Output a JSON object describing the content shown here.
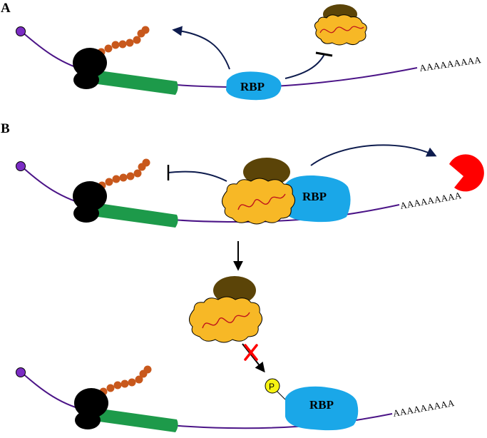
{
  "panels": {
    "a": {
      "label": "A",
      "rbp_label": "RBP",
      "polya_tail": "AAAAAAAAA"
    },
    "b_top": {
      "label": "B",
      "rbp_label": "RBP",
      "polya_tail": "AAAAAAAAA"
    },
    "b_bottom": {
      "rbp_label": "RBP",
      "polya_tail": "AAAAAAAAA",
      "phospho_label": "P"
    }
  },
  "colors": {
    "mrna": "#4b1487",
    "cap": "#7b2cc4",
    "ribosome": "#000000",
    "peptide": "#c8581c",
    "protein_bar": "#1d9a4a",
    "rbp": "#1aa7e8",
    "complex_body": "#f7b826",
    "complex_cap": "#5b4408",
    "complex_rna": "#c0151c",
    "arrow": "#0d1b4d",
    "degrader": "#ff0000",
    "phospho": "#f7f312",
    "block_x": "#ff0000"
  },
  "icons": [
    "mrna-strand",
    "cap-icon",
    "ribosome-icon",
    "peptide-chain-icon",
    "protein-bar-icon",
    "rbp-icon",
    "miRNA-complex-icon",
    "degradation-pacman-icon",
    "phosphate-icon",
    "block-x-icon"
  ]
}
